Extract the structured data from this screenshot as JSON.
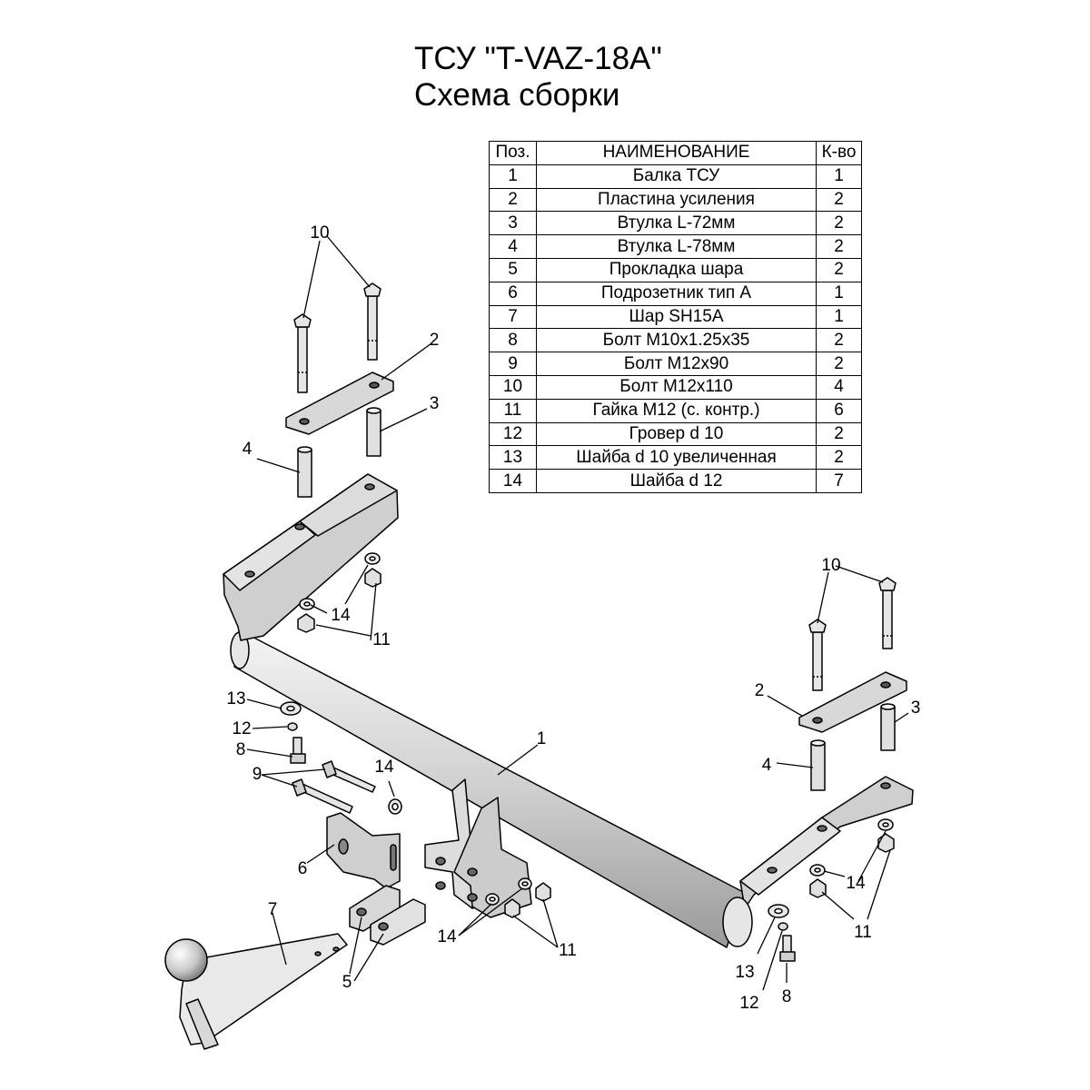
{
  "title": "ТСУ \"T-VAZ-18A\"",
  "subtitle": "Схема сборки",
  "table": {
    "headers": [
      "Поз.",
      "НАИМЕНОВАНИЕ",
      "К-во"
    ],
    "rows": [
      [
        "1",
        "Балка ТСУ",
        "1"
      ],
      [
        "2",
        "Пластина усиления",
        "2"
      ],
      [
        "3",
        "Втулка L-72мм",
        "2"
      ],
      [
        "4",
        "Втулка L-78мм",
        "2"
      ],
      [
        "5",
        "Прокладка шара",
        "2"
      ],
      [
        "6",
        "Подрозетник тип А",
        "1"
      ],
      [
        "7",
        "Шар SH15A",
        "1"
      ],
      [
        "8",
        "Болт М10х1.25х35",
        "2"
      ],
      [
        "9",
        "Болт М12х90",
        "2"
      ],
      [
        "10",
        "Болт М12х110",
        "4"
      ],
      [
        "11",
        "Гайка М12 (с. контр.)",
        "6"
      ],
      [
        "12",
        "Гровер d 10",
        "2"
      ],
      [
        "13",
        "Шайба d 10 увеличенная",
        "2"
      ],
      [
        "14",
        "Шайба d 12",
        "7"
      ]
    ]
  },
  "callouts": [
    "10",
    "2",
    "3",
    "4",
    "14",
    "11",
    "13",
    "12",
    "8",
    "9",
    "14",
    "6",
    "7",
    "5",
    "14",
    "11",
    "1",
    "10",
    "2",
    "3",
    "4",
    "14",
    "11",
    "13",
    "12",
    "8"
  ]
}
